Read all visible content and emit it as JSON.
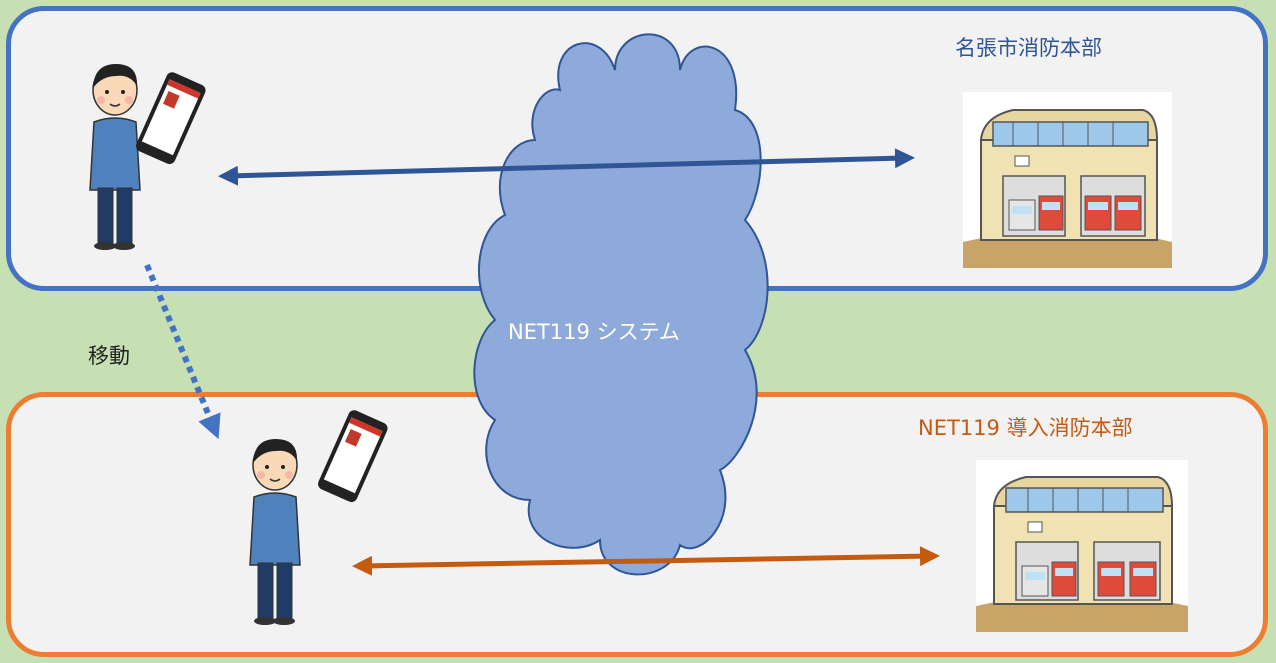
{
  "labels": {
    "top_org": "名張市消防本部",
    "bottom_org": "NET119 導入消防本部",
    "move": "移動",
    "cloud": "NET119 システム"
  },
  "colors": {
    "background": "#c6e0b4",
    "panel": "#f2f2f2",
    "top_border": "#4472c4",
    "bottom_border": "#ed7d31",
    "top_arrow": "#2f5597",
    "bottom_arrow": "#c55a11",
    "cloud_fill": "#8eaadb",
    "cloud_stroke": "#2f5597"
  },
  "icons": [
    "person-icon",
    "smartphone-icon",
    "fire-station-icon",
    "cloud-icon"
  ]
}
